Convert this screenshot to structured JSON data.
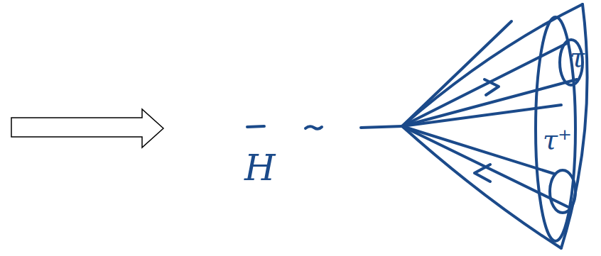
{
  "diagram": {
    "labels": [
      "H",
      "τ",
      "τ⁺"
    ]
  }
}
